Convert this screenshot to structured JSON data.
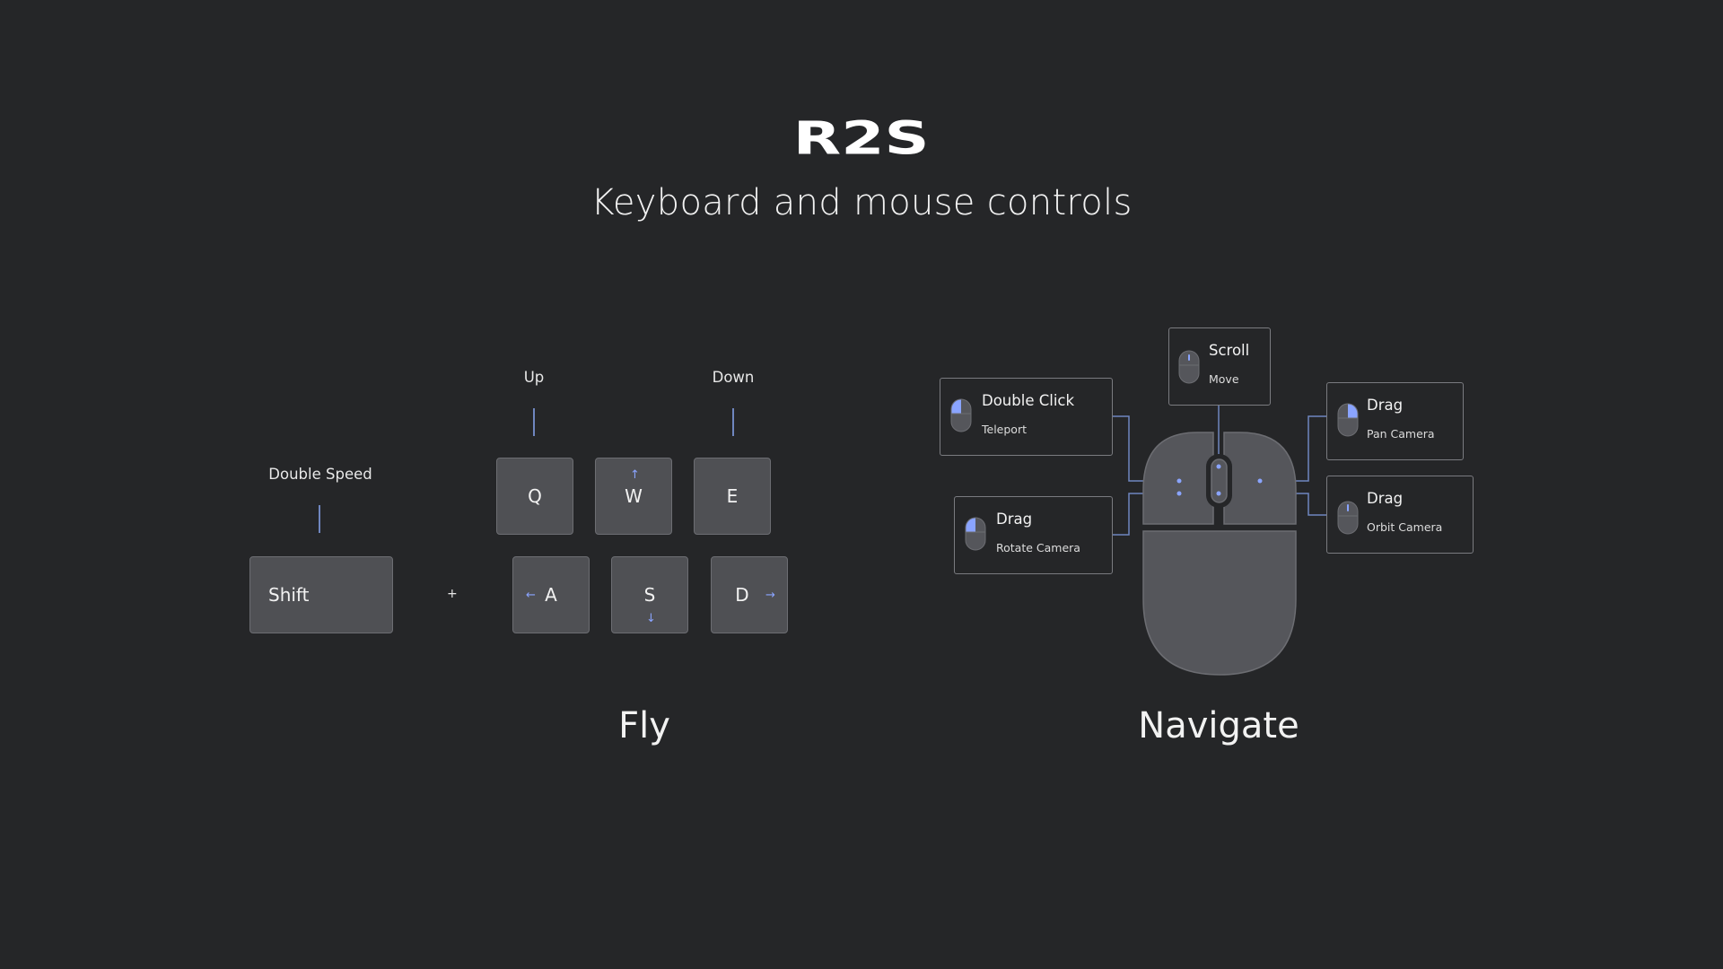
{
  "header": {
    "logo_text": "R2S",
    "subtitle": "Keyboard and mouse controls"
  },
  "fly": {
    "title": "Fly",
    "labels": {
      "up": "Up",
      "down": "Down",
      "double_speed": "Double Speed"
    },
    "plus": "+",
    "keys": {
      "shift": "Shift",
      "q": "Q",
      "w": "W",
      "e": "E",
      "a": "A",
      "s": "S",
      "d": "D"
    }
  },
  "navigate": {
    "title": "Navigate",
    "cards": {
      "scroll": {
        "title": "Scroll",
        "sub": "Move"
      },
      "double_click": {
        "title": "Double Click",
        "sub": "Teleport"
      },
      "rotate": {
        "title": "Drag",
        "sub": "Rotate Camera"
      },
      "pan": {
        "title": "Drag",
        "sub": "Pan Camera"
      },
      "orbit": {
        "title": "Drag",
        "sub": "Orbit Camera"
      }
    }
  },
  "colors": {
    "background": "#252628",
    "key_fill": "#4f5054",
    "accent": "#8aa4ff",
    "connector": "#6f86bf"
  }
}
